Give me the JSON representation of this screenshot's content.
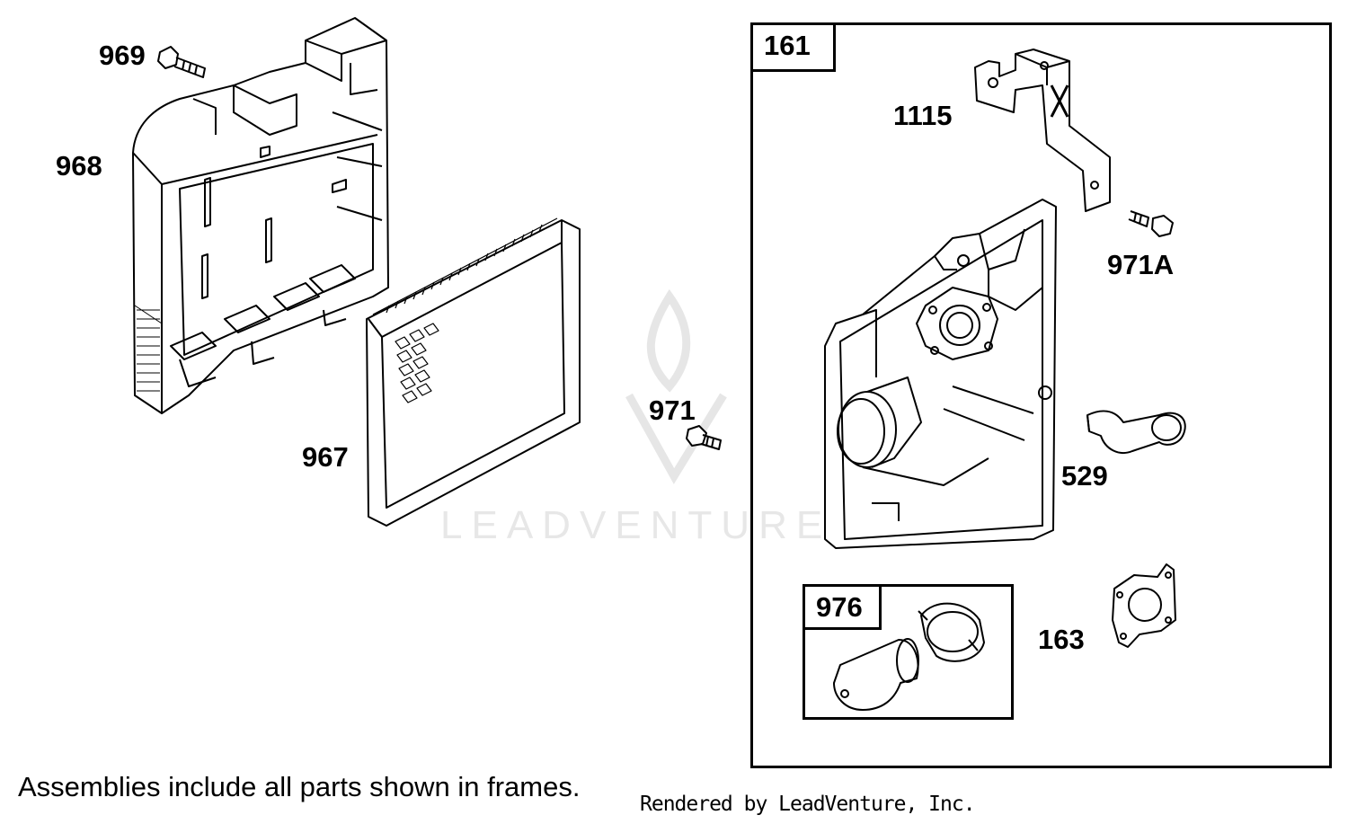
{
  "callouts": {
    "p969": "969",
    "p968": "968",
    "p967": "967",
    "p971": "971",
    "p1115": "1115",
    "p971a": "971A",
    "p529": "529",
    "p163": "163"
  },
  "frames": {
    "assembly_161": "161",
    "assembly_976": "976"
  },
  "footer": {
    "note": "Assemblies include all parts shown in frames.",
    "credit": "Rendered by LeadVenture, Inc."
  },
  "watermark": {
    "text": "LEADVENTURE",
    "icon": "flame-logo-icon"
  }
}
